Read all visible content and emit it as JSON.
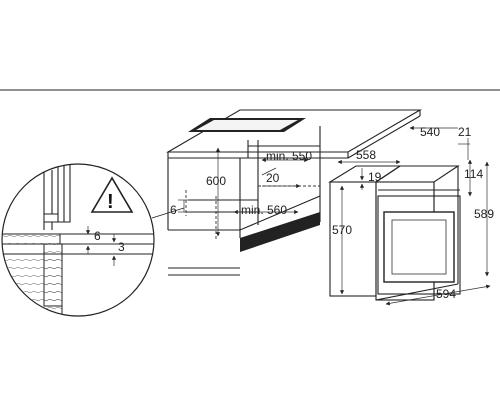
{
  "dimensions": {
    "d600": "600",
    "d6_left": "6",
    "min550": "min. 550",
    "d20": "20",
    "min560": "min. 560",
    "d6_detail": "6",
    "d3_detail": "3",
    "d540": "540",
    "d21": "21",
    "d558": "558",
    "d19": "19",
    "d114": "114",
    "d570": "570",
    "d589": "589",
    "d594": "594"
  },
  "warning": {
    "symbol": "!"
  },
  "colors": {
    "line": "#222222",
    "background": "#ffffff",
    "dark_panel": "#222222"
  }
}
